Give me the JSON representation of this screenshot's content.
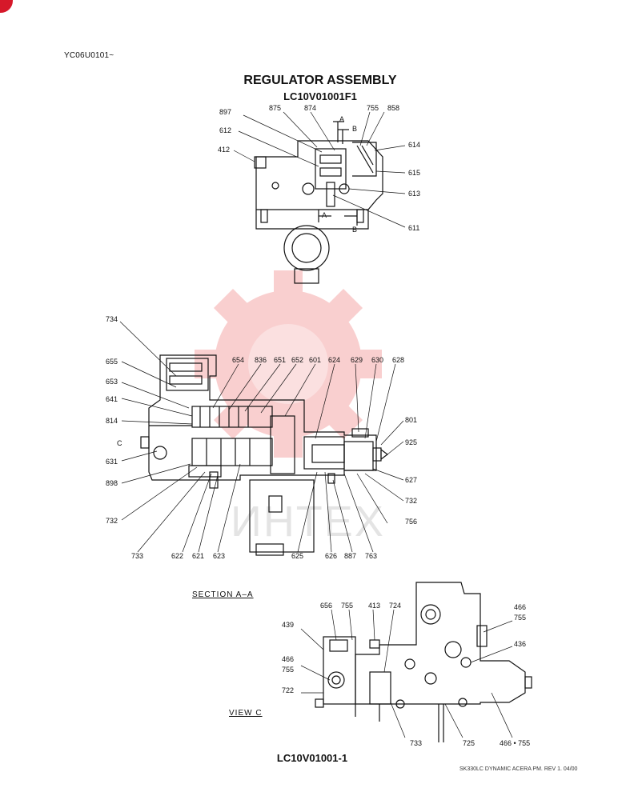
{
  "header": {
    "doc_code": "YC06U0101~",
    "title": "REGULATOR ASSEMBLY",
    "subtitle": "LC10V01001F1"
  },
  "captions": {
    "section": "SECTION A–A",
    "view": "VIEW C"
  },
  "bottom_title": "LC10V01001-1",
  "footer": "SK330LC DYNAMIC ACERA PM. REV 1. 04/00",
  "watermark": {
    "text": "ИНТЕХ",
    "color": "#e82a2a"
  },
  "callouts": {
    "top": [
      "897",
      "875",
      "874",
      "755",
      "858",
      "612",
      "412",
      "614",
      "615",
      "613",
      "611",
      "A",
      "B",
      "A",
      "B"
    ],
    "middle": [
      "734",
      "655",
      "653",
      "641",
      "814",
      "C",
      "631",
      "898",
      "732",
      "733",
      "622",
      "621",
      "623",
      "654",
      "836",
      "651",
      "652",
      "601",
      "624",
      "629",
      "630",
      "628",
      "801",
      "925",
      "627",
      "732",
      "756",
      "625",
      "626",
      "887",
      "763"
    ],
    "bottom": [
      "656",
      "755",
      "413",
      "724",
      "439",
      "466",
      "755",
      "722",
      "733",
      "725",
      "466",
      "755",
      "436",
      "466 • 755"
    ]
  }
}
